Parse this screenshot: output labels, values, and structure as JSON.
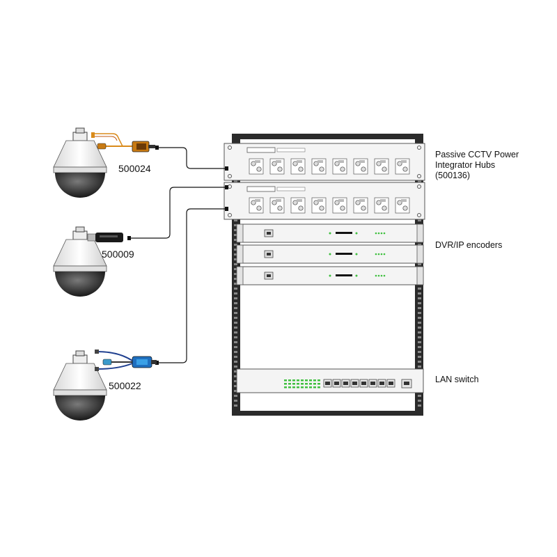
{
  "parts": {
    "camera_top": "500024",
    "camera_mid": "500009",
    "camera_bottom": "500022"
  },
  "labels": {
    "hubs_line1": "Passive CCTV Power",
    "hubs_line2": "Integrator Hubs",
    "hubs_line3": "(500136)",
    "encoders": "DVR/IP encoders",
    "switch": "LAN switch"
  },
  "colors": {
    "rack": "#2b2b2b",
    "panel": "#f3f3f3",
    "outline": "#555555",
    "led_green": "#3fbf3f",
    "adapter_orange": "#d98a1a",
    "adapter_blue": "#1f6fbf",
    "cable": "#111111"
  },
  "icons": [
    "dome-camera-icon",
    "balun-adapter-icon",
    "bnc-connector-icon",
    "rj45-port-icon",
    "led-indicator-icon"
  ]
}
